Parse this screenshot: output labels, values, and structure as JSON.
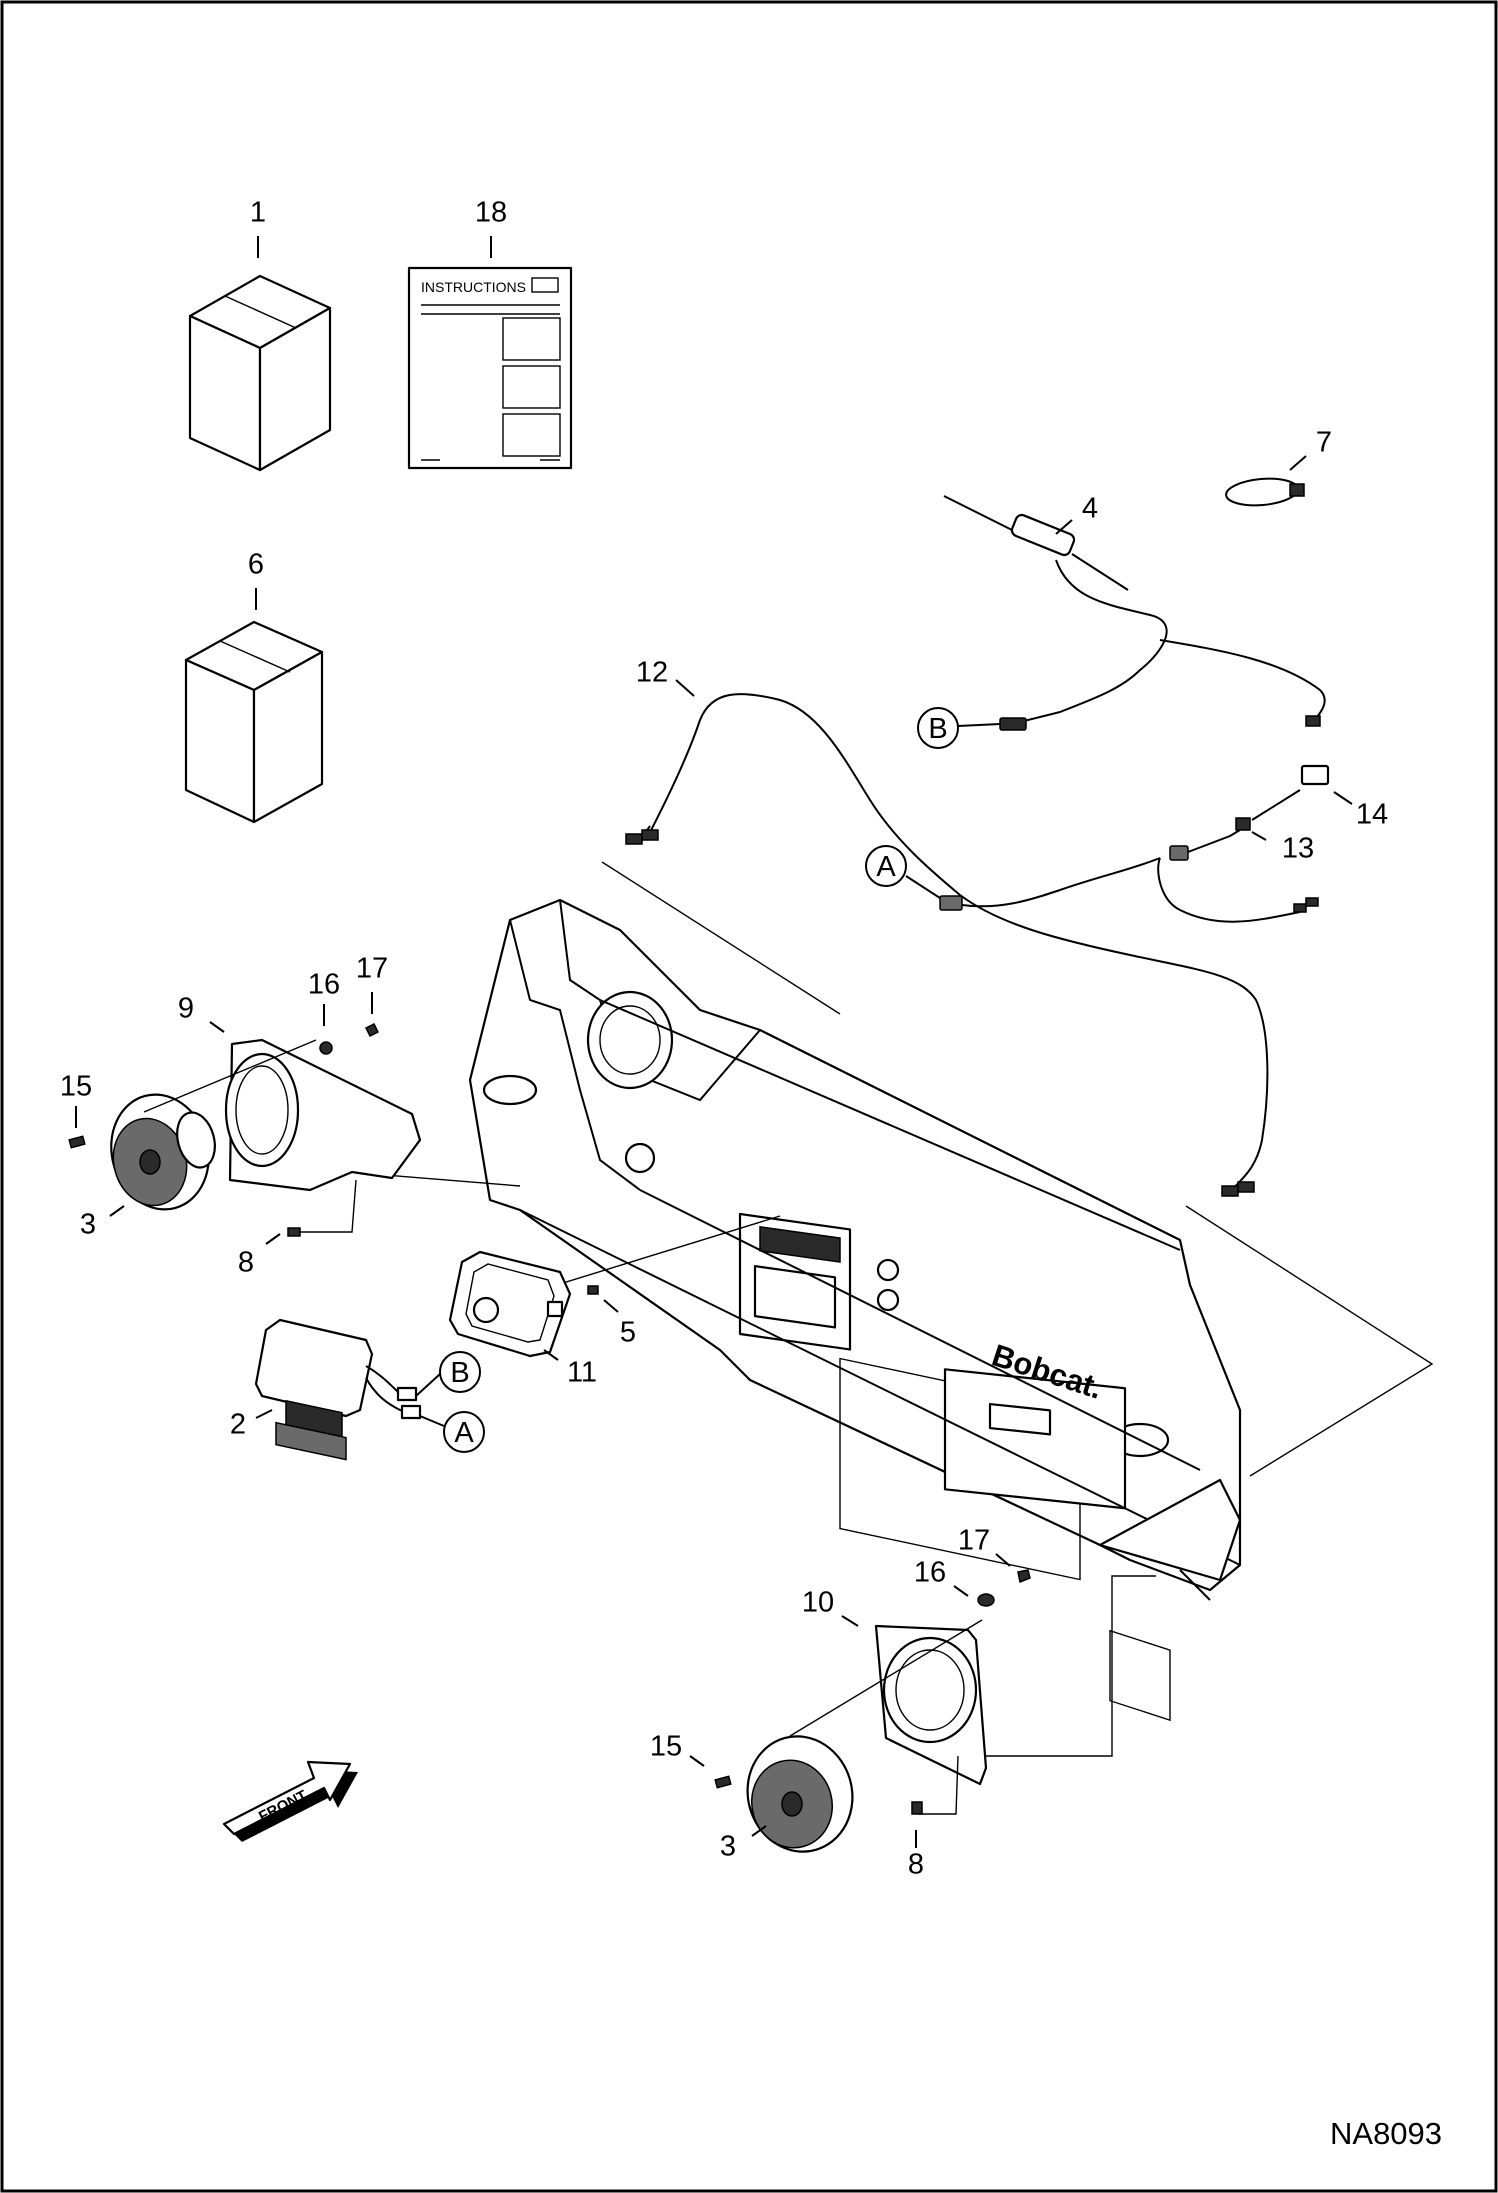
{
  "drawing_code": "NA8093",
  "instructions_text": "INSTRUCTIONS",
  "front_arrow_text": "FRONT",
  "brand_text": "Bobcat.",
  "callouts": {
    "c1": "1",
    "c18": "18",
    "c6": "6",
    "c7": "7",
    "c4": "4",
    "c12": "12",
    "c14": "14",
    "c13": "13",
    "c9": "9",
    "c16a": "16",
    "c17a": "17",
    "c15a": "15",
    "c3a": "3",
    "c8a": "8",
    "c5": "5",
    "c11": "11",
    "c2": "2",
    "c17b": "17",
    "c16b": "16",
    "c10": "10",
    "c15b": "15",
    "c3b": "3",
    "c8b": "8"
  },
  "connector_refs": {
    "a": "A",
    "b": "B"
  }
}
